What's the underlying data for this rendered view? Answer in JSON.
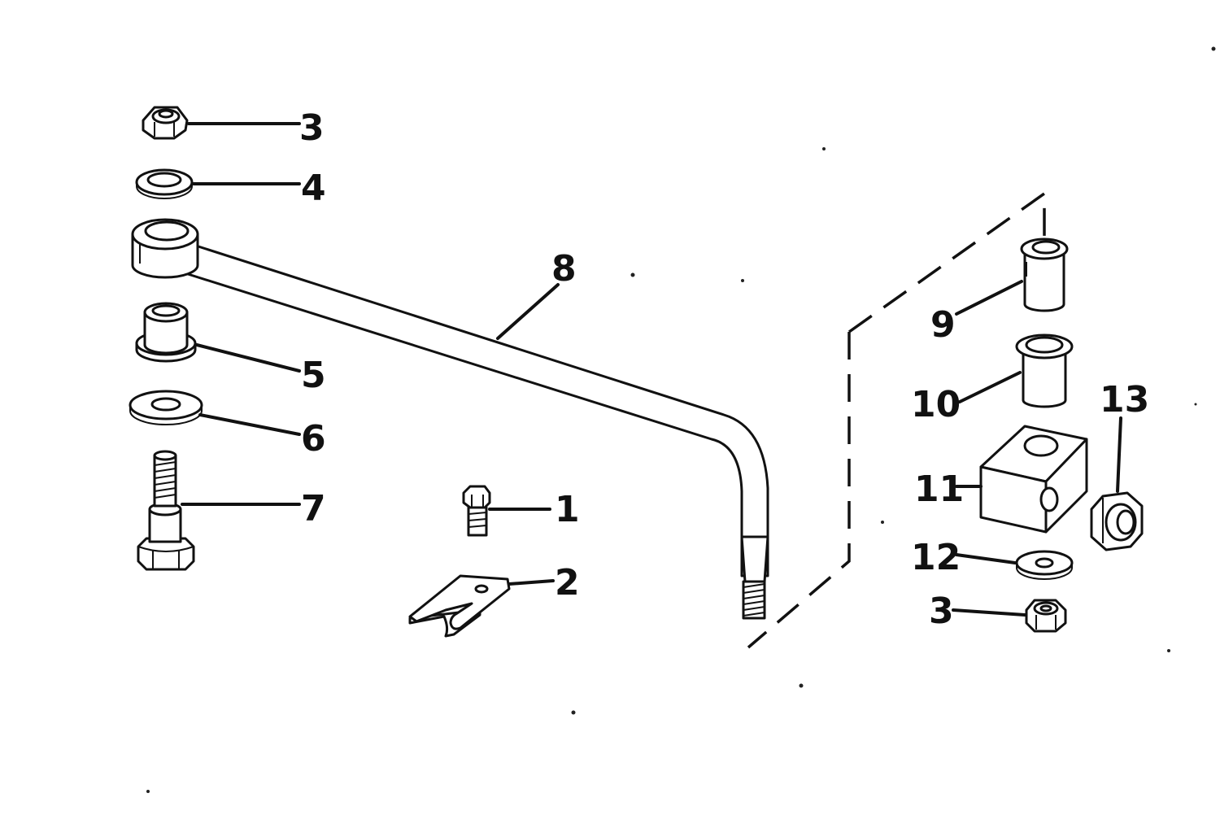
{
  "diagram": {
    "callouts": {
      "part_3_top": "3",
      "part_4": "4",
      "part_5": "5",
      "part_6": "6",
      "part_7": "7",
      "part_8": "8",
      "part_1": "1",
      "part_2": "2",
      "part_9": "9",
      "part_10": "10",
      "part_11": "11",
      "part_12": "12",
      "part_13": "13",
      "part_3_bottom": "3"
    },
    "ink_color": "#111111",
    "background_color": "#ffffff"
  }
}
